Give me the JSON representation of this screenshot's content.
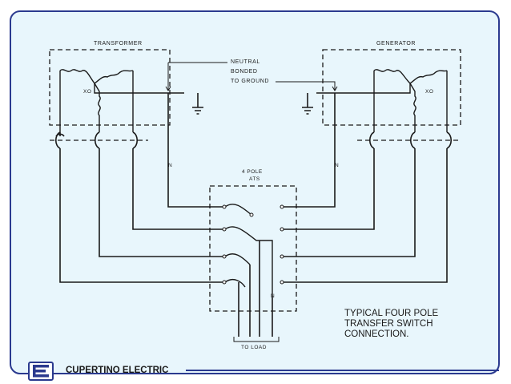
{
  "diagram": {
    "transformer_label": "TRANSFORMER",
    "generator_label": "GENERATOR",
    "neutral_note": [
      "NEUTRAL",
      "BONDED",
      "TO GROUND"
    ],
    "xo_left": "XO",
    "xo_right": "XO",
    "n_left": "N",
    "n_right": "N",
    "n_load": "N",
    "ats_title": [
      "4 POLE",
      "ATS"
    ],
    "load_label": "TO LOAD"
  },
  "caption": [
    "TYPICAL FOUR POLE",
    "TRANSFER SWITCH",
    "CONNECTION."
  ],
  "brand": {
    "name": "CUPERTINO ELECTRIC",
    "logo_icon": "ce-logo-icon"
  },
  "colors": {
    "background": "#e8f6fc",
    "border": "#2b3a8f",
    "line": "#1a1a1a",
    "logo": "#2b3a8f"
  }
}
